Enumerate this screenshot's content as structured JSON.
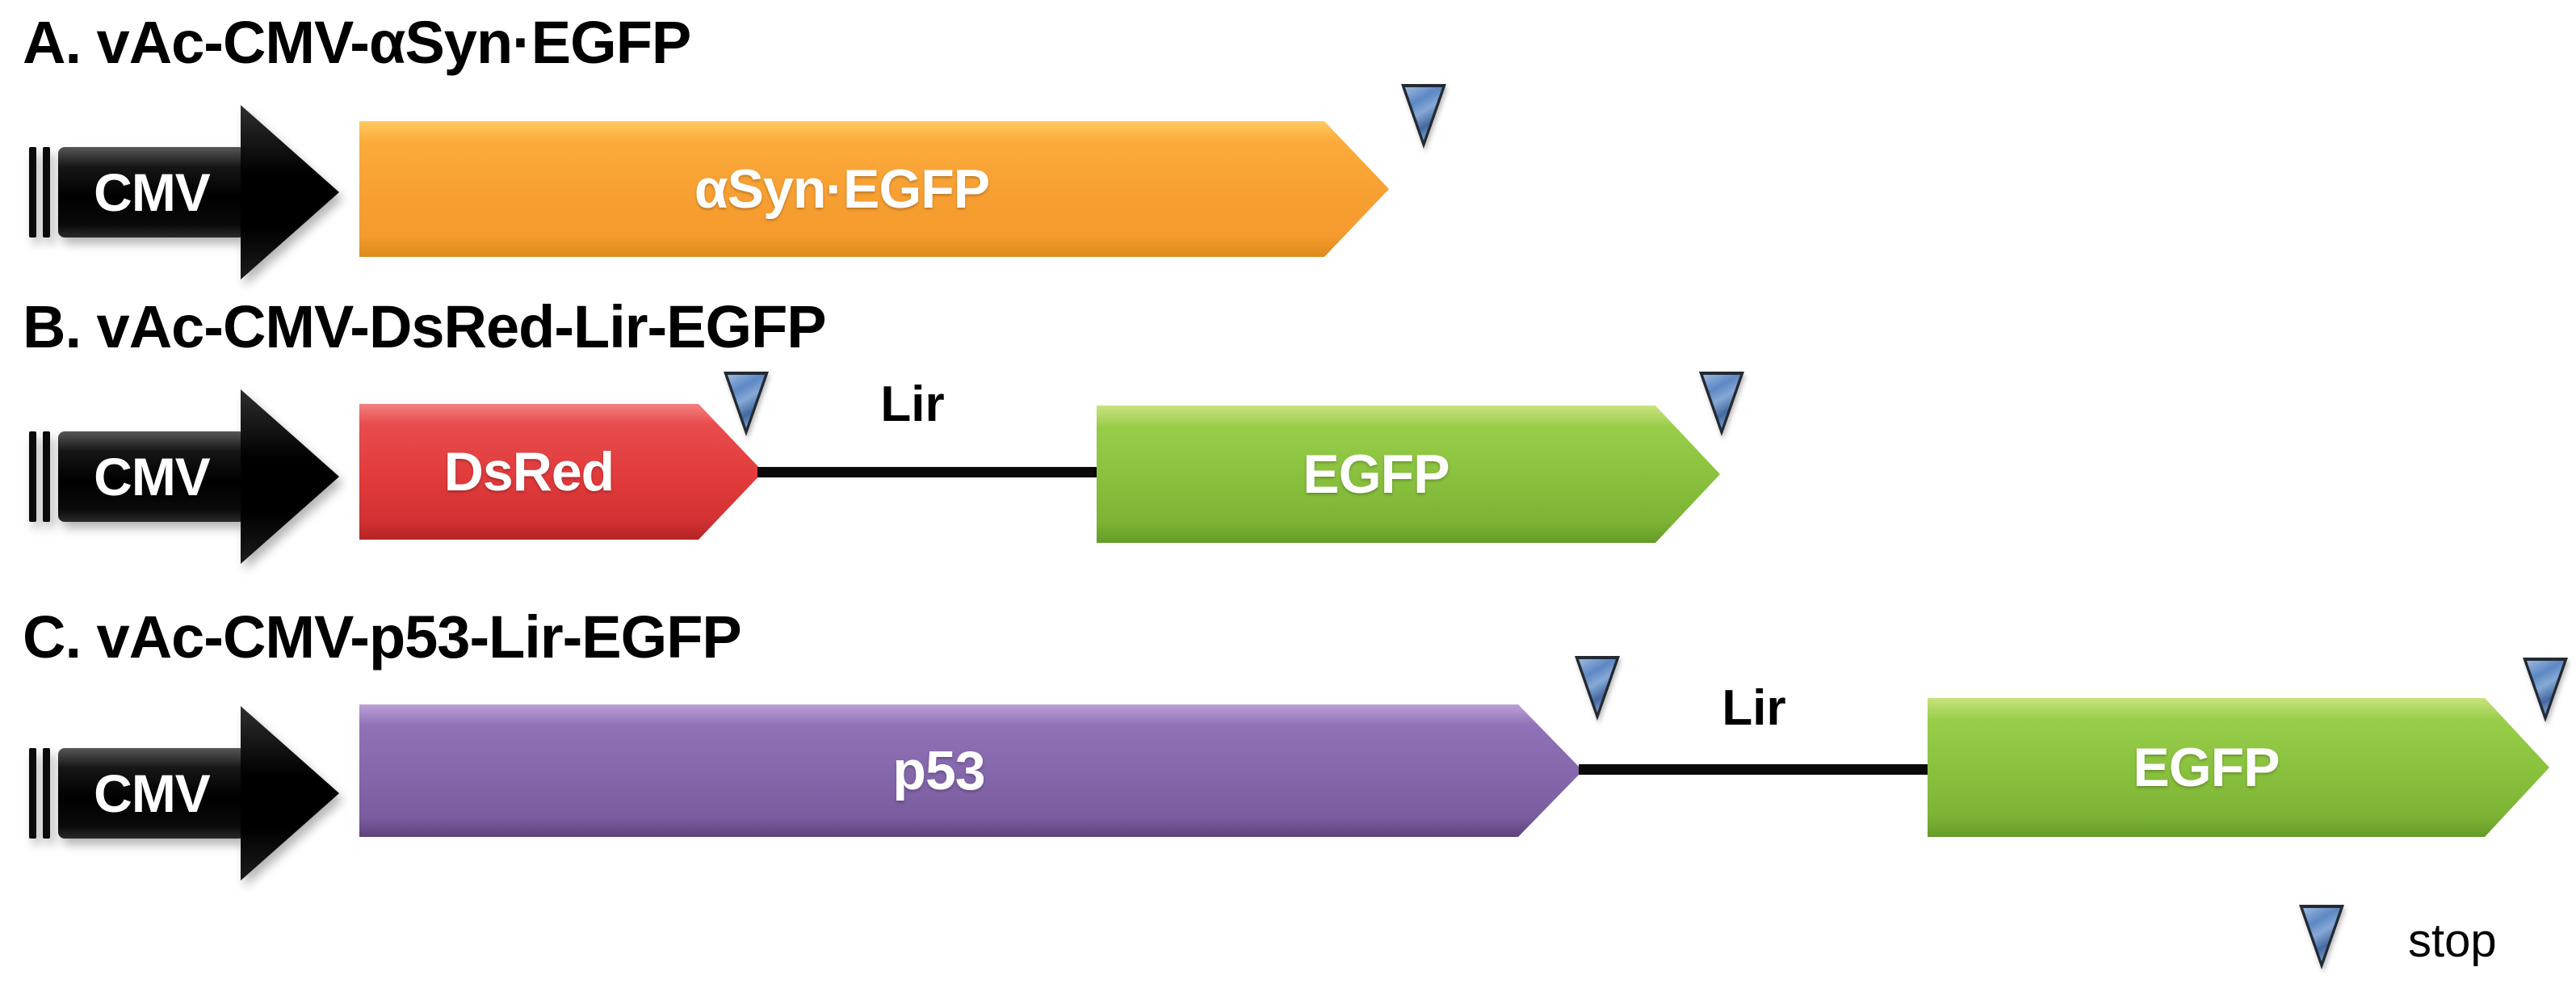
{
  "constructs": [
    {
      "panel": "A",
      "title": "A. vAc-CMV-αSyn·EGFP",
      "promoter": {
        "label": "CMV"
      },
      "genes": [
        {
          "label": "αSyn·EGFP",
          "color": "#F8A033"
        }
      ]
    },
    {
      "panel": "B",
      "title": "B. vAc-CMV-DsRed-Lir-EGFP",
      "promoter": {
        "label": "CMV"
      },
      "genes": [
        {
          "label": "DsRed",
          "color": "#E13A3B"
        },
        {
          "label": "EGFP",
          "color": "#88C03D"
        }
      ],
      "linker": {
        "label": "Lir"
      }
    },
    {
      "panel": "C",
      "title": "C. vAc-CMV-p53-Lir-EGFP",
      "promoter": {
        "label": "CMV"
      },
      "genes": [
        {
          "label": "p53",
          "color": "#8466AA"
        },
        {
          "label": "EGFP",
          "color": "#88C03D"
        }
      ],
      "linker": {
        "label": "Lir"
      }
    }
  ],
  "legend": {
    "symbol": "stop-triangle",
    "label": "stop",
    "symbol_color": "#5D88C4"
  },
  "colors": {
    "promoter_black": "#0B0B0B",
    "orange": "#F8A033",
    "red": "#E13A3B",
    "green": "#88C03D",
    "purple": "#8466AA",
    "stop_blue": "#5D88C4",
    "line_black": "#0A0A0A"
  }
}
